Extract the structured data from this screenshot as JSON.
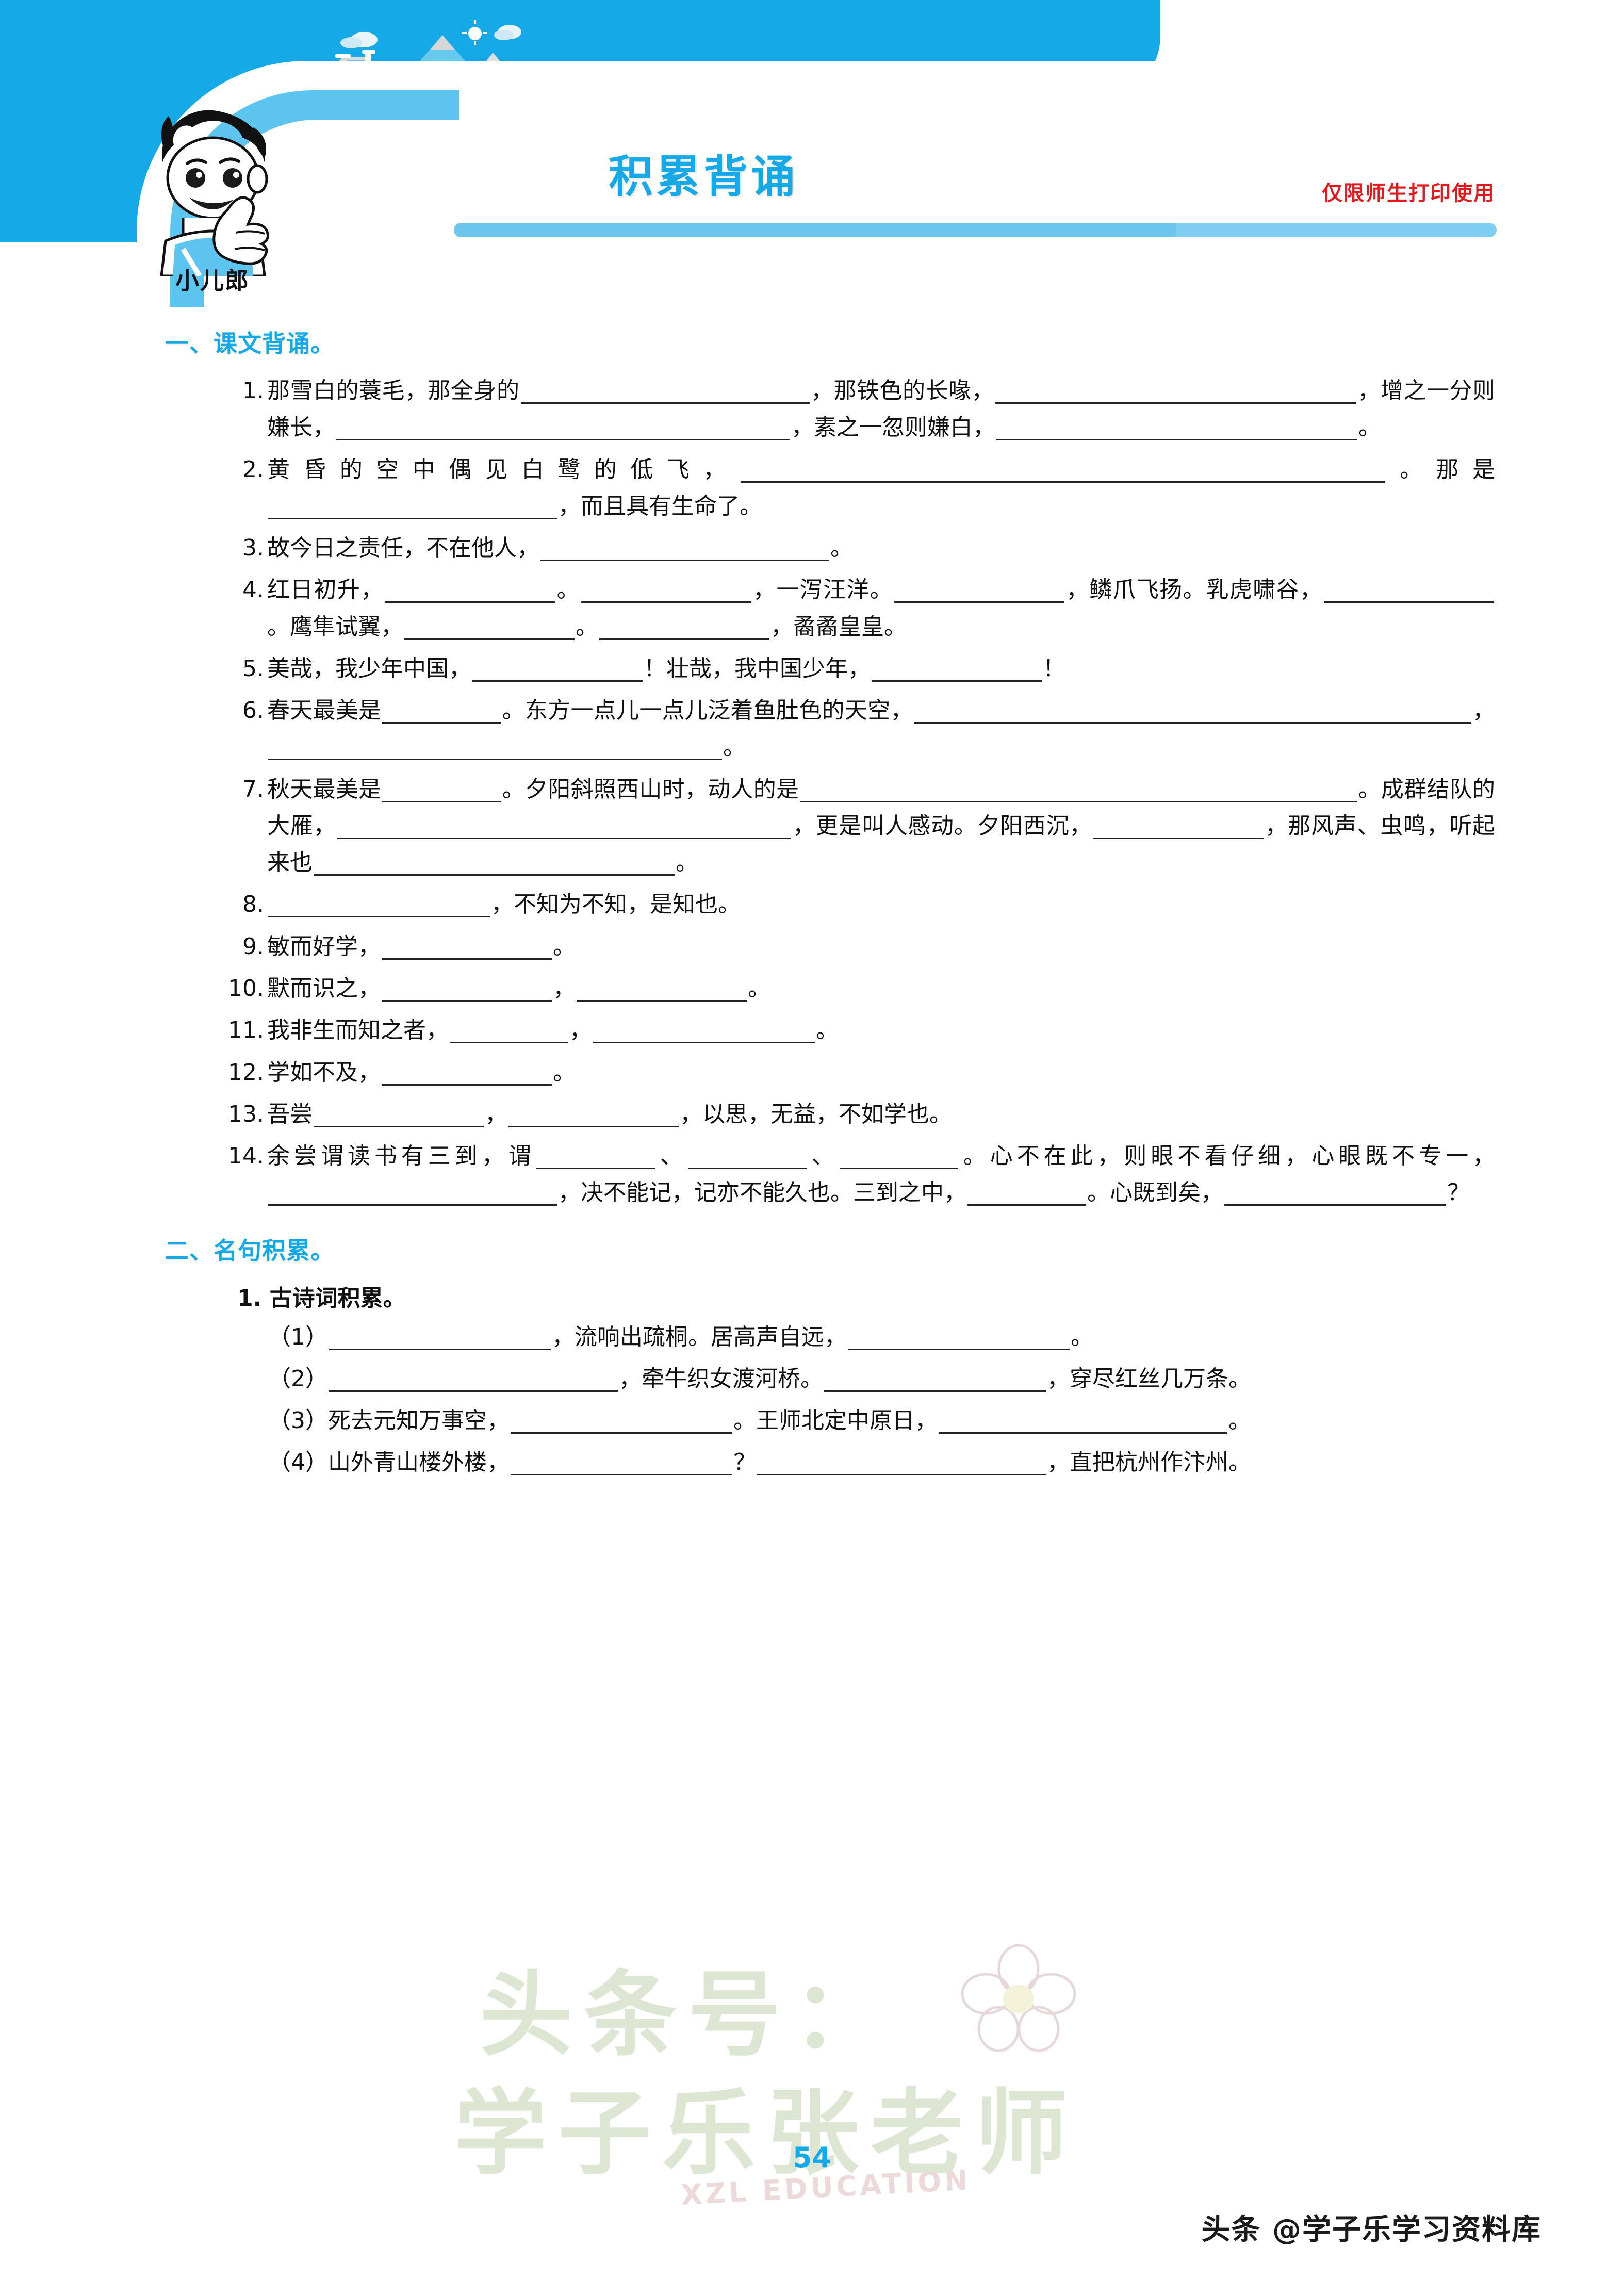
{
  "header": {
    "title": "积累背诵",
    "print_note": "仅限师生打印使用",
    "mascot_label": "小儿郎",
    "accent_color": "#16a9e8",
    "note_color": "#e3191e"
  },
  "sections": [
    {
      "heading": "一、课文背诵。",
      "items": [
        {
          "num": "1.",
          "parts": [
            {
              "t": "text",
              "v": "那雪白的蓑毛，那全身的"
            },
            {
              "t": "blank",
              "w": "b-xl"
            },
            {
              "t": "text",
              "v": "，那铁色的长喙，"
            },
            {
              "t": "blank",
              "w": "b-2xl"
            },
            {
              "t": "text",
              "v": "，增之一分则嫌长，"
            },
            {
              "t": "blank",
              "w": "b-3xl"
            },
            {
              "t": "text",
              "v": "，素之一忽则嫌白，"
            },
            {
              "t": "blank",
              "w": "b-2xl"
            },
            {
              "t": "text",
              "v": "。"
            }
          ]
        },
        {
          "num": "2.",
          "parts": [
            {
              "t": "text",
              "v": "黄昏的空中偶见白鹭的低飞，"
            },
            {
              "t": "blank",
              "w": "b-5xl"
            },
            {
              "t": "text",
              "v": "。那是"
            },
            {
              "t": "blank",
              "w": "b-xl"
            },
            {
              "t": "text",
              "v": "，而且具有生命了。"
            }
          ]
        },
        {
          "num": "3.",
          "parts": [
            {
              "t": "text",
              "v": "故今日之责任，不在他人，"
            },
            {
              "t": "blank",
              "w": "b-xl"
            },
            {
              "t": "text",
              "v": "。"
            }
          ]
        },
        {
          "num": "4.",
          "parts": [
            {
              "t": "text",
              "v": "红日初升，"
            },
            {
              "t": "blank",
              "w": "b-m"
            },
            {
              "t": "text",
              "v": "。"
            },
            {
              "t": "blank",
              "w": "b-m"
            },
            {
              "t": "text",
              "v": "，一泻汪洋。"
            },
            {
              "t": "blank",
              "w": "b-m"
            },
            {
              "t": "text",
              "v": "，鳞爪飞扬。乳虎啸谷，"
            },
            {
              "t": "blank",
              "w": "b-m"
            },
            {
              "t": "text",
              "v": "。鹰隼试翼，"
            },
            {
              "t": "blank",
              "w": "b-m"
            },
            {
              "t": "text",
              "v": "。"
            },
            {
              "t": "blank",
              "w": "b-m"
            },
            {
              "t": "text",
              "v": "，矞矞皇皇。"
            }
          ]
        },
        {
          "num": "5.",
          "parts": [
            {
              "t": "text",
              "v": "美哉，我少年中国，"
            },
            {
              "t": "blank",
              "w": "b-m"
            },
            {
              "t": "text",
              "v": "！壮哉，我中国少年，"
            },
            {
              "t": "blank",
              "w": "b-m"
            },
            {
              "t": "text",
              "v": "！"
            }
          ]
        },
        {
          "num": "6.",
          "parts": [
            {
              "t": "text",
              "v": "春天最美是"
            },
            {
              "t": "blank",
              "w": "b-s"
            },
            {
              "t": "text",
              "v": "。东方一点儿一点儿泛着鱼肚色的天空，"
            },
            {
              "t": "blank",
              "w": "b-4xl"
            },
            {
              "t": "text",
              "v": "，"
            },
            {
              "t": "blank",
              "w": "b-3xl"
            },
            {
              "t": "text",
              "v": "。"
            }
          ]
        },
        {
          "num": "7.",
          "parts": [
            {
              "t": "text",
              "v": "秋天最美是"
            },
            {
              "t": "blank",
              "w": "b-s"
            },
            {
              "t": "text",
              "v": "。夕阳斜照西山时，动人的是"
            },
            {
              "t": "blank",
              "w": "b-4xl"
            },
            {
              "t": "text",
              "v": "。成群结队的大雁，"
            },
            {
              "t": "blank",
              "w": "b-3xl"
            },
            {
              "t": "text",
              "v": "，更是叫人感动。夕阳西沉，"
            },
            {
              "t": "blank",
              "w": "b-m"
            },
            {
              "t": "text",
              "v": "，那风声、虫鸣，听起来也"
            },
            {
              "t": "blank",
              "w": "b-2xl"
            },
            {
              "t": "text",
              "v": "。"
            }
          ]
        },
        {
          "num": "8.",
          "parts": [
            {
              "t": "blank",
              "w": "b-l"
            },
            {
              "t": "text",
              "v": "，不知为不知，是知也。"
            }
          ]
        },
        {
          "num": "9.",
          "parts": [
            {
              "t": "text",
              "v": "敏而好学，"
            },
            {
              "t": "blank",
              "w": "b-m"
            },
            {
              "t": "text",
              "v": "。"
            }
          ]
        },
        {
          "num": "10.",
          "parts": [
            {
              "t": "text",
              "v": "默而识之，"
            },
            {
              "t": "blank",
              "w": "b-m"
            },
            {
              "t": "text",
              "v": "，"
            },
            {
              "t": "blank",
              "w": "b-m"
            },
            {
              "t": "text",
              "v": "。"
            }
          ]
        },
        {
          "num": "11.",
          "parts": [
            {
              "t": "text",
              "v": "我非生而知之者，"
            },
            {
              "t": "blank",
              "w": "b-s"
            },
            {
              "t": "text",
              "v": "，"
            },
            {
              "t": "blank",
              "w": "b-l"
            },
            {
              "t": "text",
              "v": "。"
            }
          ]
        },
        {
          "num": "12.",
          "parts": [
            {
              "t": "text",
              "v": "学如不及，"
            },
            {
              "t": "blank",
              "w": "b-m"
            },
            {
              "t": "text",
              "v": "。"
            }
          ]
        },
        {
          "num": "13.",
          "parts": [
            {
              "t": "text",
              "v": "吾尝"
            },
            {
              "t": "blank",
              "w": "b-m"
            },
            {
              "t": "text",
              "v": "，"
            },
            {
              "t": "blank",
              "w": "b-m"
            },
            {
              "t": "text",
              "v": "，以思，无益，不如学也。"
            }
          ]
        },
        {
          "num": "14.",
          "parts": [
            {
              "t": "text",
              "v": "余尝谓读书有三到，谓"
            },
            {
              "t": "blank",
              "w": "b-s"
            },
            {
              "t": "text",
              "v": "、"
            },
            {
              "t": "blank",
              "w": "b-s"
            },
            {
              "t": "text",
              "v": "、"
            },
            {
              "t": "blank",
              "w": "b-s"
            },
            {
              "t": "text",
              "v": "。心不在此，则眼不看仔细，心眼既不专一，"
            },
            {
              "t": "blank",
              "w": "b-xl"
            },
            {
              "t": "text",
              "v": "，决不能记，记亦不能久也。三到之中，"
            },
            {
              "t": "blank",
              "w": "b-s"
            },
            {
              "t": "text",
              "v": "。心既到矣，"
            },
            {
              "t": "blank",
              "w": "b-l"
            },
            {
              "t": "text",
              "v": "？"
            }
          ]
        }
      ]
    },
    {
      "heading": "二、名句积累。",
      "sub_heading": "1. 古诗词积累。",
      "items": [
        {
          "num": "（1）",
          "parts": [
            {
              "t": "blank",
              "w": "b-l"
            },
            {
              "t": "text",
              "v": "，流响出疏桐。居高声自远，"
            },
            {
              "t": "blank",
              "w": "b-l"
            },
            {
              "t": "text",
              "v": "。"
            }
          ]
        },
        {
          "num": "（2）",
          "parts": [
            {
              "t": "blank",
              "w": "b-xl"
            },
            {
              "t": "text",
              "v": "，牵牛织女渡河桥。"
            },
            {
              "t": "blank",
              "w": "b-l"
            },
            {
              "t": "text",
              "v": "，穿尽红丝几万条。"
            }
          ]
        },
        {
          "num": "（3）",
          "parts": [
            {
              "t": "text",
              "v": "死去元知万事空，"
            },
            {
              "t": "blank",
              "w": "b-l"
            },
            {
              "t": "text",
              "v": "。王师北定中原日，"
            },
            {
              "t": "blank",
              "w": "b-xl"
            },
            {
              "t": "text",
              "v": "。"
            }
          ]
        },
        {
          "num": "（4）",
          "parts": [
            {
              "t": "text",
              "v": "山外青山楼外楼，"
            },
            {
              "t": "blank",
              "w": "b-l"
            },
            {
              "t": "text",
              "v": "？"
            },
            {
              "t": "blank",
              "w": "b-xl"
            },
            {
              "t": "text",
              "v": "，直把杭州作汴州。"
            }
          ]
        }
      ]
    }
  ],
  "watermarks": {
    "line1": "头条号：",
    "line2": "学子乐张老师",
    "brand": "XZL EDUCATION"
  },
  "footer": {
    "page_number": "54",
    "credit": "头条 @学子乐学习资料库"
  }
}
